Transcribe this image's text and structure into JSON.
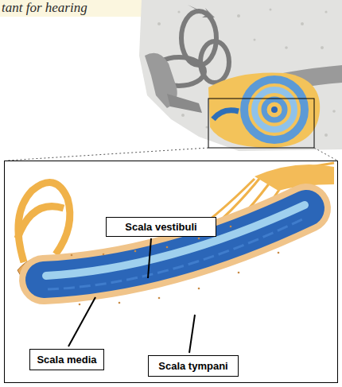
{
  "diagram": {
    "nodes": [
      {
        "text": [
          "Scala vestibuli"
        ]
      },
      {
        "text": [
          "Scala media"
        ]
      },
      {
        "text": [
          "Scala tympani"
        ]
      }
    ],
    "labels": [
      "tant for hearing"
    ]
  }
}
